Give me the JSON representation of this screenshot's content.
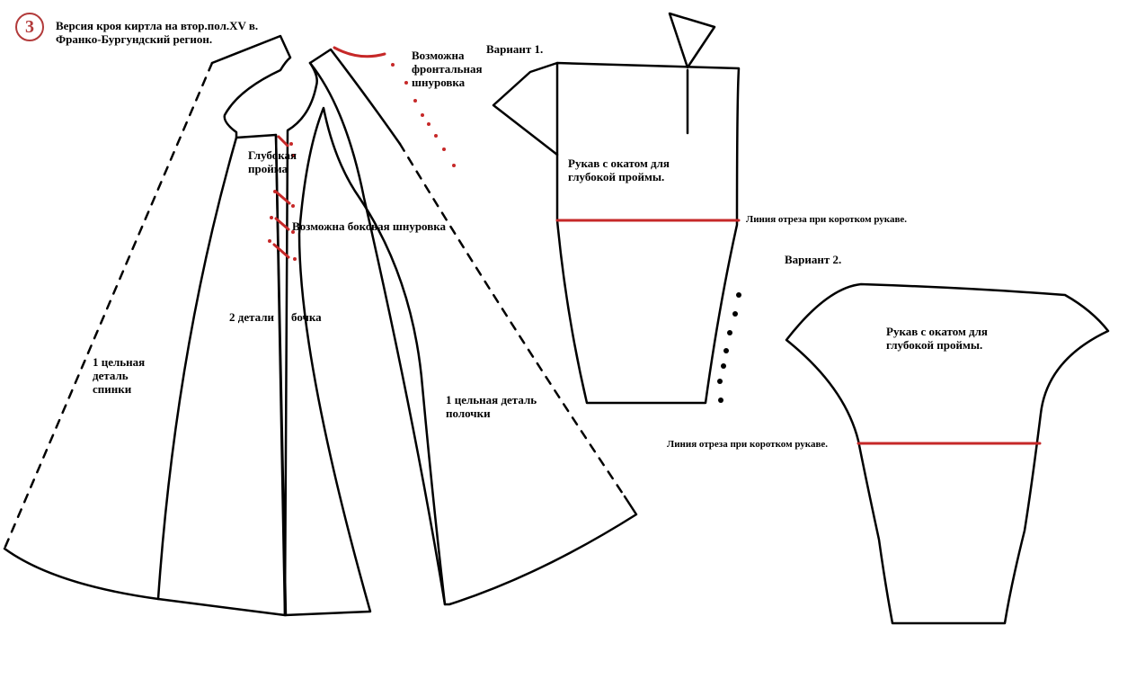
{
  "badge": "3",
  "title": {
    "line1": "Версия кроя киртла на втор.пол.XV в.",
    "line2": "Франко-Бургундский регион."
  },
  "labels": {
    "front_lacing": [
      "Возможна",
      "фронтальная",
      "шнуровка"
    ],
    "deep_armhole": [
      "Глубокая",
      "пройма"
    ],
    "side_lacing": "Возможна боковая шнуровка",
    "two_parts": "2 детали",
    "side_piece": "бочка",
    "back_piece": [
      "1 цельная",
      "деталь",
      "спинки"
    ],
    "front_piece": [
      "1 цельная деталь",
      "полочки"
    ],
    "variant1": "Вариант 1.",
    "sleeve1": [
      "Рукав с окатом для",
      "глубокой проймы."
    ],
    "cut_line1": "Линия отреза при коротком рукаве.",
    "variant2": "Вариант 2.",
    "sleeve2": [
      "Рукав с окатом для",
      "глубокой проймы."
    ],
    "cut_line2": "Линия отреза при коротком рукаве."
  },
  "colors": {
    "outline": "#000000",
    "accent": "#c62828",
    "badge": "#b23a3a"
  }
}
